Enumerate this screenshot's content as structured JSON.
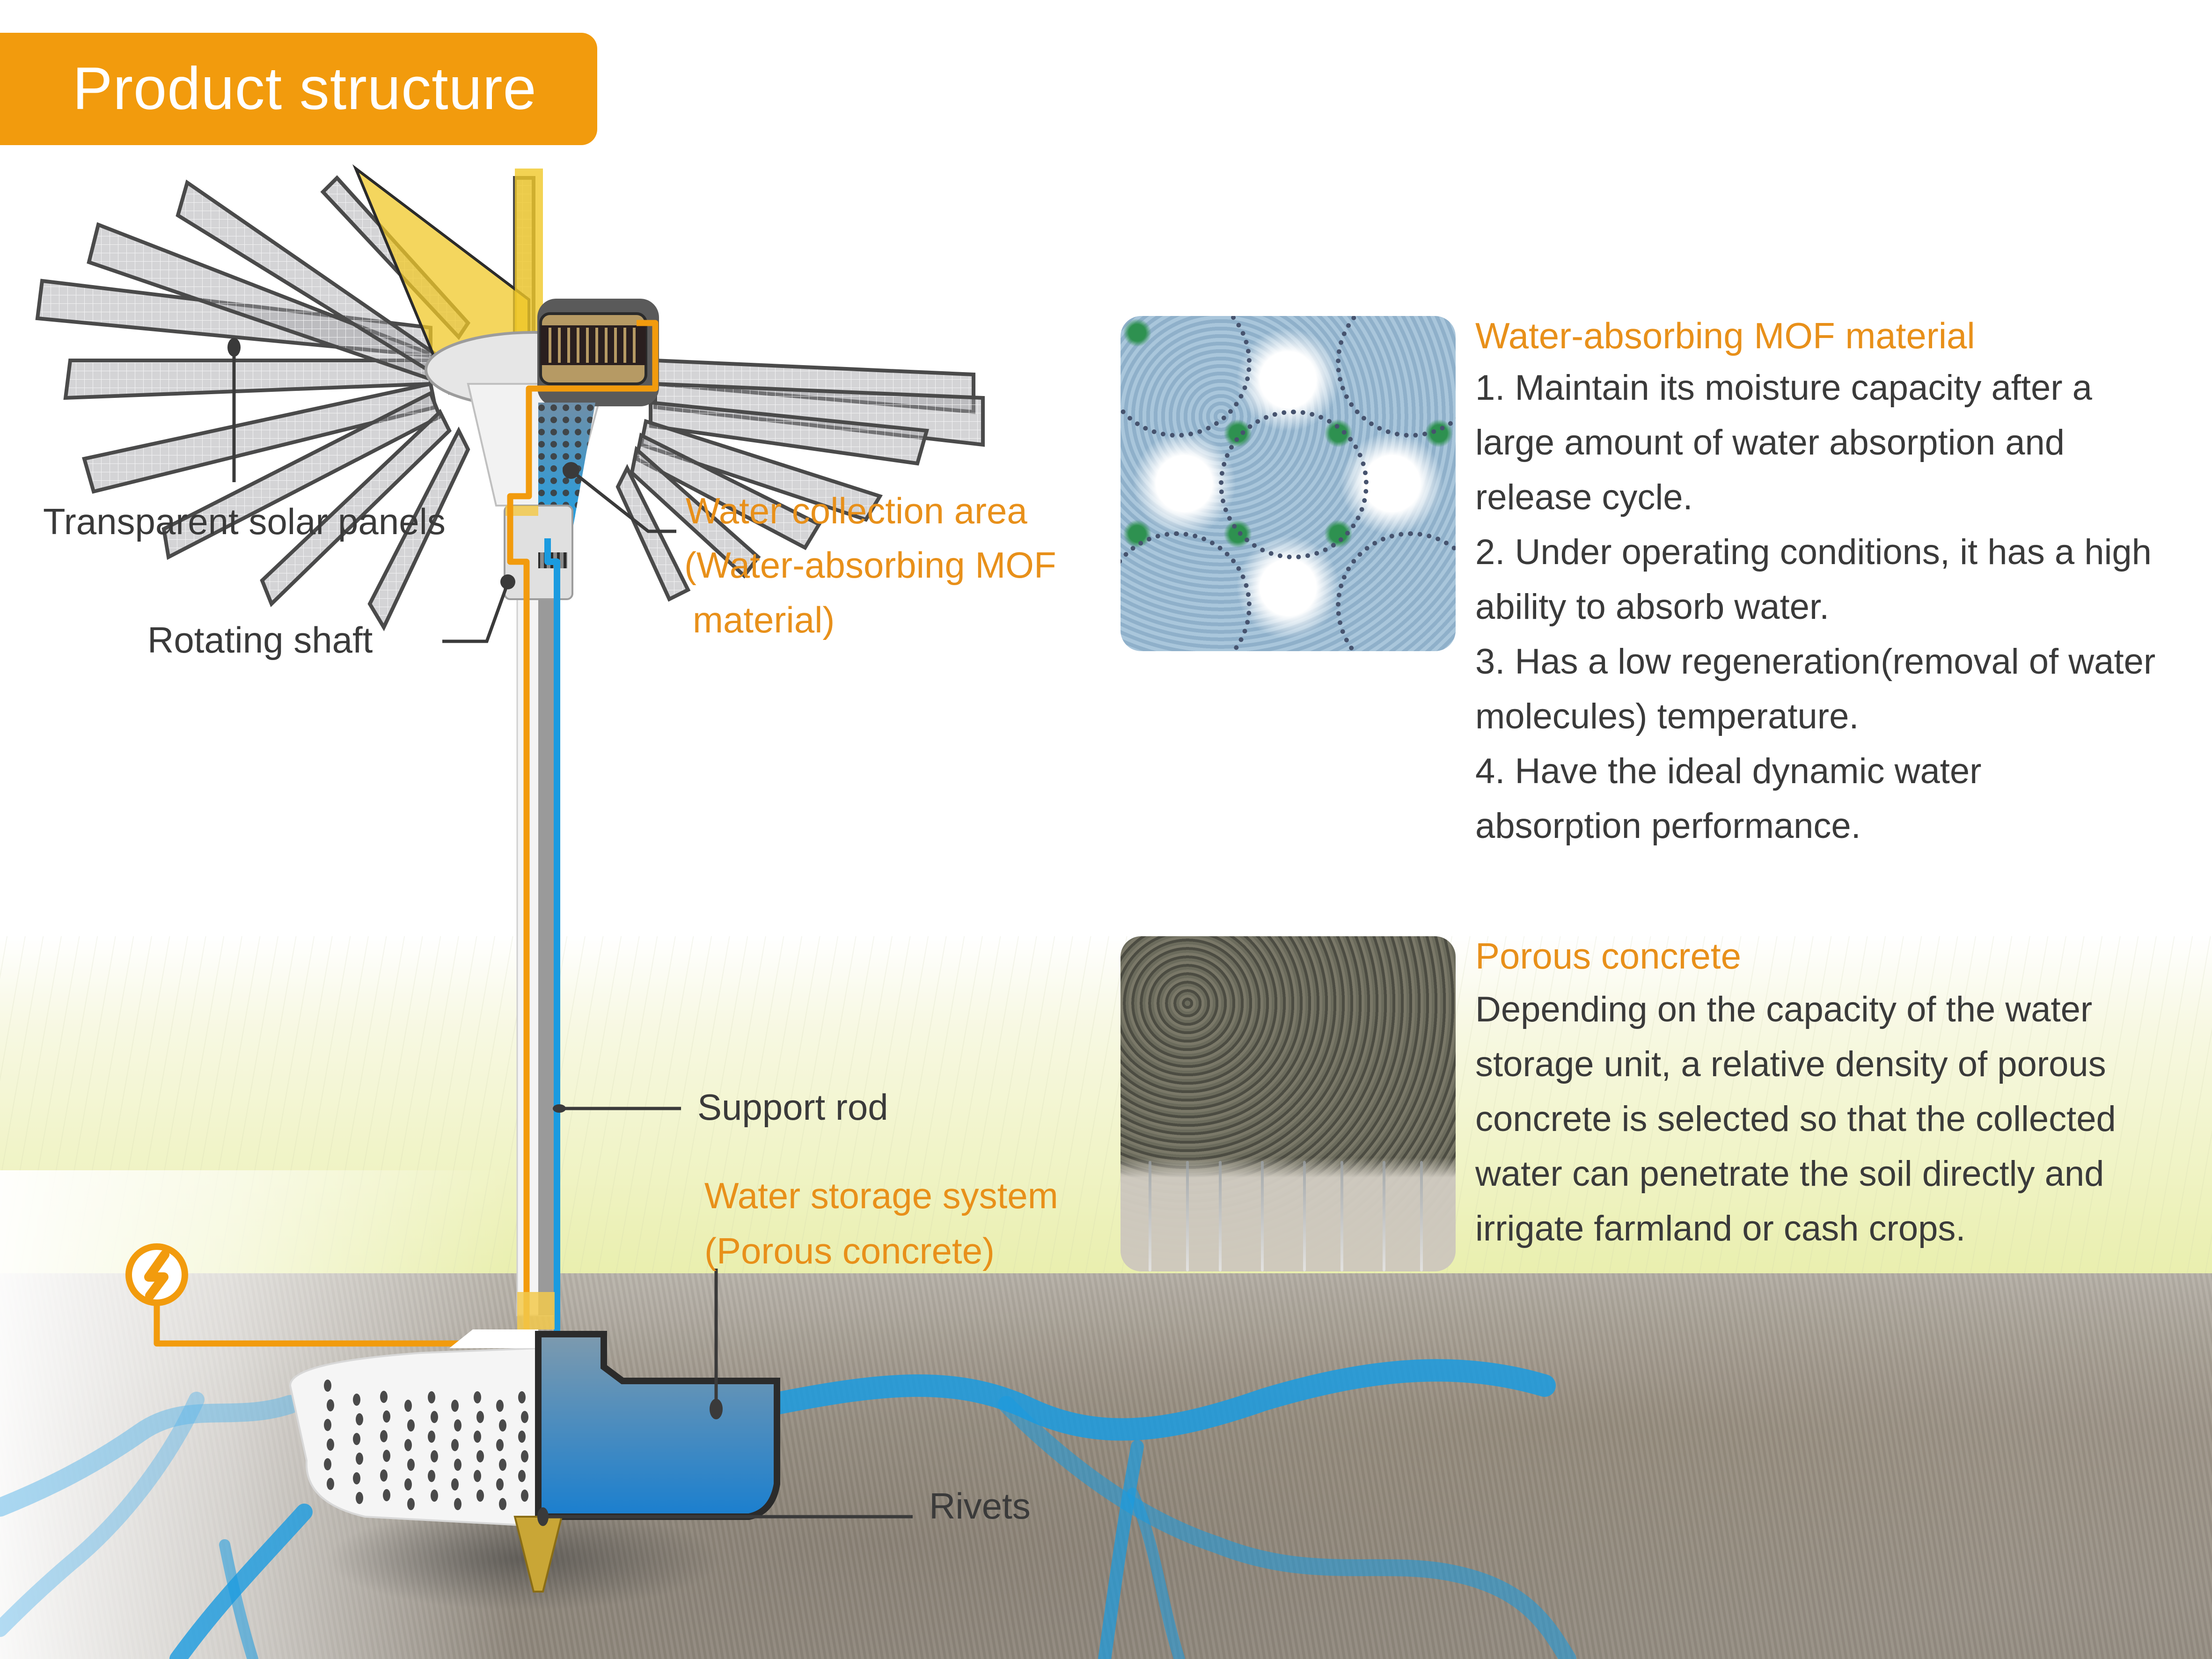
{
  "title": "Product structure",
  "colors": {
    "accent_orange": "#F29B0D",
    "label_orange": "#E8901A",
    "text_dark": "#3a3a3a",
    "water_blue": "#1A9BE0",
    "grass": "#E8EEAA",
    "soil": "#A39C92"
  },
  "diagram_labels": {
    "solar_panels": "Transparent solar panels",
    "rotating_shaft": "Rotating shaft",
    "water_collection_line1": "Water collection area",
    "water_collection_line2": "(Water-absorbing MOF",
    "water_collection_line3": "material)",
    "support_rod": "Support rod",
    "water_storage_line1": "Water storage system",
    "water_storage_line2": "(Porous concrete)",
    "rivets": "Rivets"
  },
  "icons": {
    "power": "lightning-bolt-circle-icon"
  },
  "mof_section": {
    "heading": "Water-absorbing MOF material",
    "image_alt": "MOF crystal structure",
    "lines": [
      "1. Maintain its moisture capacity after a",
      "large amount of water absorption and",
      "release cycle.",
      "2. Under operating conditions, it has a high",
      "ability to absorb water.",
      "3. Has a low regeneration(removal of water",
      "molecules) temperature.",
      "4. Have the ideal dynamic water",
      "absorption performance."
    ]
  },
  "concrete_section": {
    "heading": "Porous concrete",
    "image_alt": "Porous concrete with water draining",
    "lines": [
      "Depending on the capacity of the water",
      "storage unit, a relative density of porous",
      "concrete is selected so that the collected",
      "water can penetrate the soil directly and",
      "irrigate farmland or cash crops."
    ]
  }
}
